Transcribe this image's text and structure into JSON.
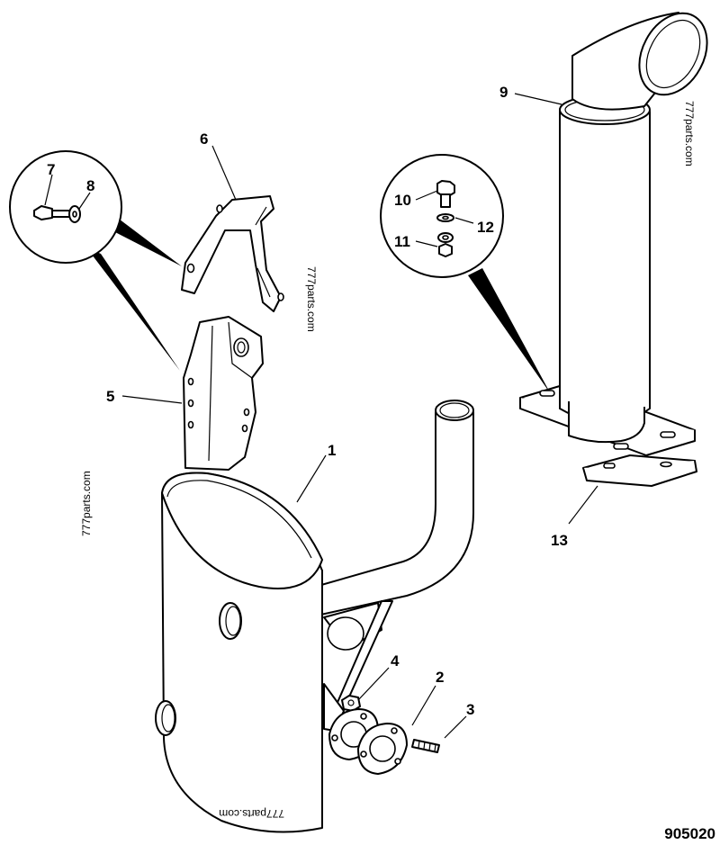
{
  "callouts": {
    "c1": "1",
    "c2": "2",
    "c3": "3",
    "c4": "4",
    "c5": "5",
    "c6": "6",
    "c7": "7",
    "c8": "8",
    "c9": "9",
    "c10": "10",
    "c11": "11",
    "c12": "12",
    "c13": "13"
  },
  "watermarks": {
    "w1": "777parts.com",
    "w2": "777parts.com",
    "w3": "777parts.com",
    "w4": "777parts.com"
  },
  "drawing_number": "905020"
}
